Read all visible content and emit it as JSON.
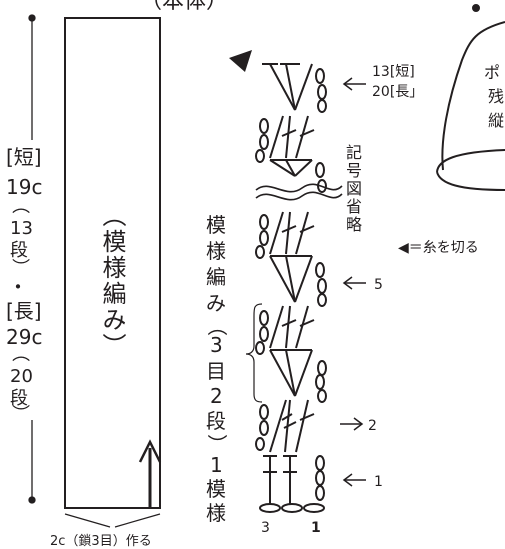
{
  "top_title": "（本体）",
  "left_dimension": {
    "open_bracket_1": "[短]",
    "line_1": "19c",
    "rows_1": [
      "（",
      "13",
      "段",
      "）"
    ],
    "dot": "・",
    "open_bracket_2": "[長]",
    "line_2": "29c",
    "rows_2": [
      "（",
      "20",
      "段",
      "）"
    ]
  },
  "panel_label": "（模様編み）",
  "bottom_label": "2c（鎖3目）作る",
  "pattern_label": [
    "模",
    "様",
    "編",
    "み",
    "（",
    "3",
    "目",
    "2",
    "段",
    "）",
    "1",
    "模",
    "様"
  ],
  "omit_label": [
    "記",
    "号",
    "図",
    "省",
    "略"
  ],
  "row_markers": {
    "top_1": "13[短]",
    "top_2": "20[長」",
    "row5": "5",
    "row2": "2",
    "row1": "1"
  },
  "legend": "◀＝糸を切る",
  "bottom_numbers": {
    "left": "3",
    "right": "1"
  },
  "right_partial_text": [
    "ポ",
    "残",
    "縦"
  ]
}
